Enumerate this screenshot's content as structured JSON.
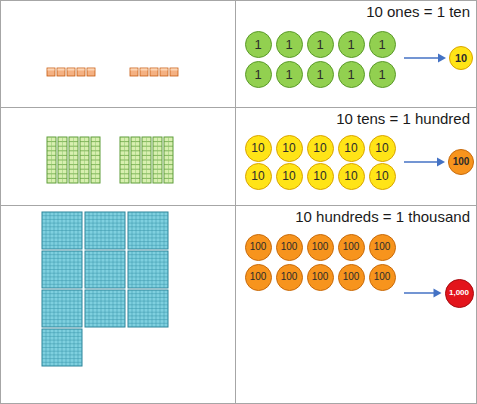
{
  "diagram": {
    "nodes": [
      {
        "text": [
          "10 ones = 1 ten"
        ]
      },
      {
        "text": [
          "1"
        ],
        "in": 0
      },
      {
        "text": [
          "1"
        ],
        "in": 0
      },
      {
        "text": [
          "1"
        ],
        "in": 0
      },
      {
        "text": [
          "1"
        ],
        "in": 0
      },
      {
        "text": [
          "1"
        ],
        "in": 0
      },
      {
        "text": [
          "1"
        ],
        "in": 0
      },
      {
        "text": [
          "1"
        ],
        "in": 0
      },
      {
        "text": [
          "1"
        ],
        "in": 0
      },
      {
        "text": [
          "1"
        ],
        "in": 0
      },
      {
        "text": [
          "1"
        ],
        "in": 0
      },
      {
        "text": [
          "10"
        ],
        "in": 0
      },
      {
        "text": [
          "10 tens = 1 hundred"
        ]
      },
      {
        "text": [
          "10"
        ],
        "in": 12
      },
      {
        "text": [
          "10"
        ],
        "in": 12
      },
      {
        "text": [
          "10"
        ],
        "in": 12
      },
      {
        "text": [
          "10"
        ],
        "in": 12
      },
      {
        "text": [
          "10"
        ],
        "in": 12
      },
      {
        "text": [
          "10"
        ],
        "in": 12
      },
      {
        "text": [
          "10"
        ],
        "in": 12
      },
      {
        "text": [
          "10"
        ],
        "in": 12
      },
      {
        "text": [
          "10"
        ],
        "in": 12
      },
      {
        "text": [
          "10"
        ],
        "in": 12
      },
      {
        "text": [
          "100"
        ],
        "in": 12
      },
      {
        "text": [
          "10 hundreds = 1 thousand"
        ]
      },
      {
        "text": [
          "100"
        ],
        "in": 24
      },
      {
        "text": [
          "100"
        ],
        "in": 24
      },
      {
        "text": [
          "100"
        ],
        "in": 24
      },
      {
        "text": [
          "100"
        ],
        "in": 24
      },
      {
        "text": [
          "100"
        ],
        "in": 24
      },
      {
        "text": [
          "100"
        ],
        "in": 24
      },
      {
        "text": [
          "100"
        ],
        "in": 24
      },
      {
        "text": [
          "100"
        ],
        "in": 24
      },
      {
        "text": [
          "100"
        ],
        "in": 24
      },
      {
        "text": [
          "100"
        ],
        "in": 24
      },
      {
        "text": [
          "1,000"
        ],
        "in": 24
      }
    ]
  }
}
